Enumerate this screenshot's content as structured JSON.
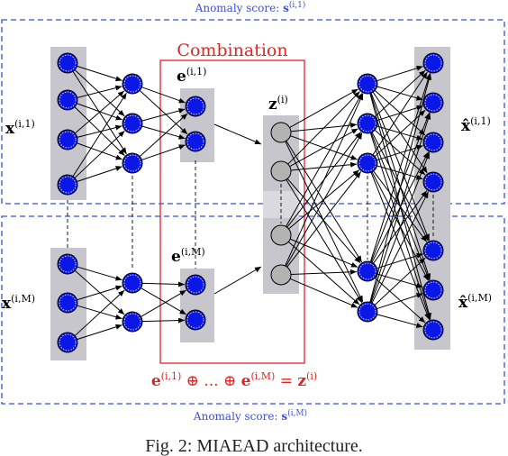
{
  "top_score_label": {
    "prefix": "Anomaly score: ",
    "symbol": "s",
    "sup": "(i,1)"
  },
  "bottom_score_label": {
    "prefix": "Anomaly score: ",
    "symbol": "s",
    "sup": "(i,M)"
  },
  "combination_label": "Combination",
  "input_top": {
    "symbol": "x",
    "sup": "(i,1)"
  },
  "input_bottom": {
    "symbol": "x",
    "sup": "(i,M)"
  },
  "latent_top": {
    "symbol": "e",
    "sup": "(i,1)"
  },
  "latent_bottom": {
    "symbol": "e",
    "sup": "(i,M)"
  },
  "latent_combined": {
    "symbol": "z",
    "sup": "(i)"
  },
  "output_top": {
    "symbol": "x̂",
    "sup": "(i,1)"
  },
  "output_bottom": {
    "symbol": "x̂",
    "sup": "(i,M)"
  },
  "formula": {
    "term1": "e",
    "term1_sup": "(i,1)",
    "oplus1": " ⊕ ... ⊕ ",
    "term2": "e",
    "term2_sup": "(i,M)",
    "equals": " = ",
    "term3": "z",
    "term3_sup": "(i)"
  },
  "caption": "Fig. 2: MIAEAD architecture.",
  "colors": {
    "node_fill": "#0a17e6",
    "gray_node_fill": "#b3b3b3",
    "panel_fill": "#c6c6cc",
    "blue_dash": "#3a4fe0",
    "red": "#e62222"
  }
}
